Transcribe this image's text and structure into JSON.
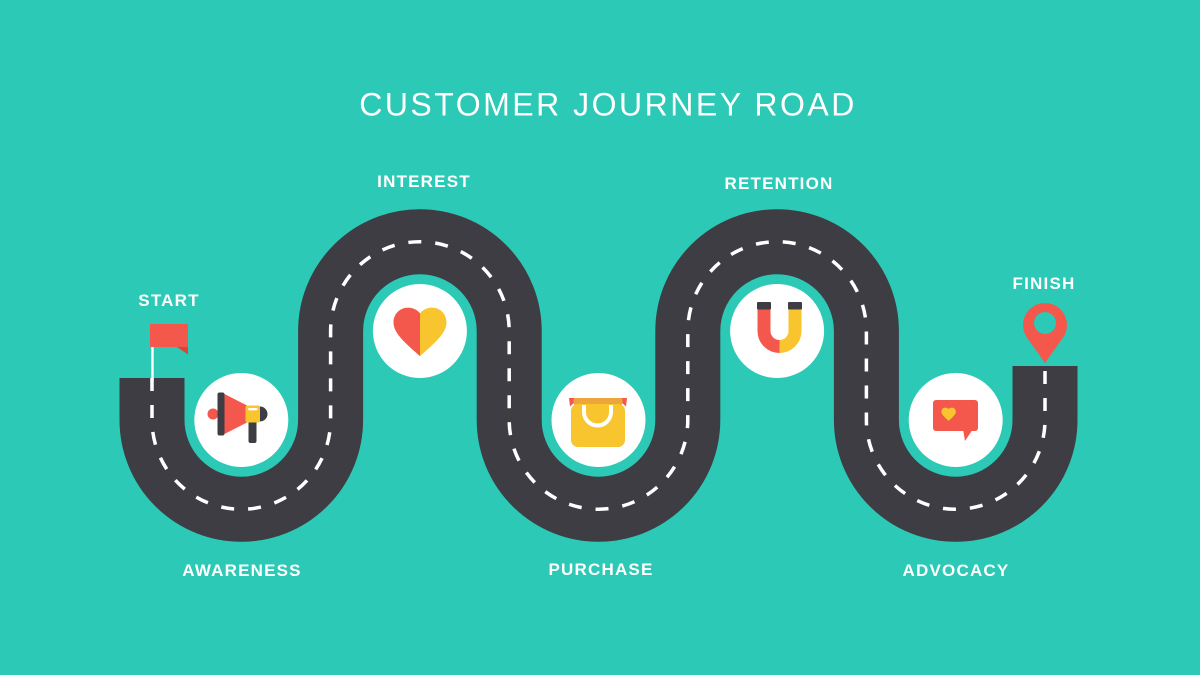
{
  "title": "CUSTOMER JOURNEY ROAD",
  "stages": [
    {
      "id": "start",
      "label": "START",
      "icon": "flag-icon"
    },
    {
      "id": "awareness",
      "label": "AWARENESS",
      "icon": "megaphone-icon"
    },
    {
      "id": "interest",
      "label": "INTEREST",
      "icon": "heart-icon"
    },
    {
      "id": "purchase",
      "label": "PURCHASE",
      "icon": "shopping-bag-icon"
    },
    {
      "id": "retention",
      "label": "RETENTION",
      "icon": "magnet-icon"
    },
    {
      "id": "advocacy",
      "label": "ADVOCACY",
      "icon": "chat-heart-icon"
    },
    {
      "id": "finish",
      "label": "FINISH",
      "icon": "map-pin-icon"
    }
  ],
  "colors": {
    "background": "#2cc9b6",
    "road": "#3e3d44",
    "road_line": "#ffffff",
    "accent_red": "#f4574b",
    "accent_red_dark": "#d8453b",
    "accent_yellow": "#f8c52e",
    "accent_orange": "#eda63c",
    "icon_circle": "#ffffff"
  }
}
